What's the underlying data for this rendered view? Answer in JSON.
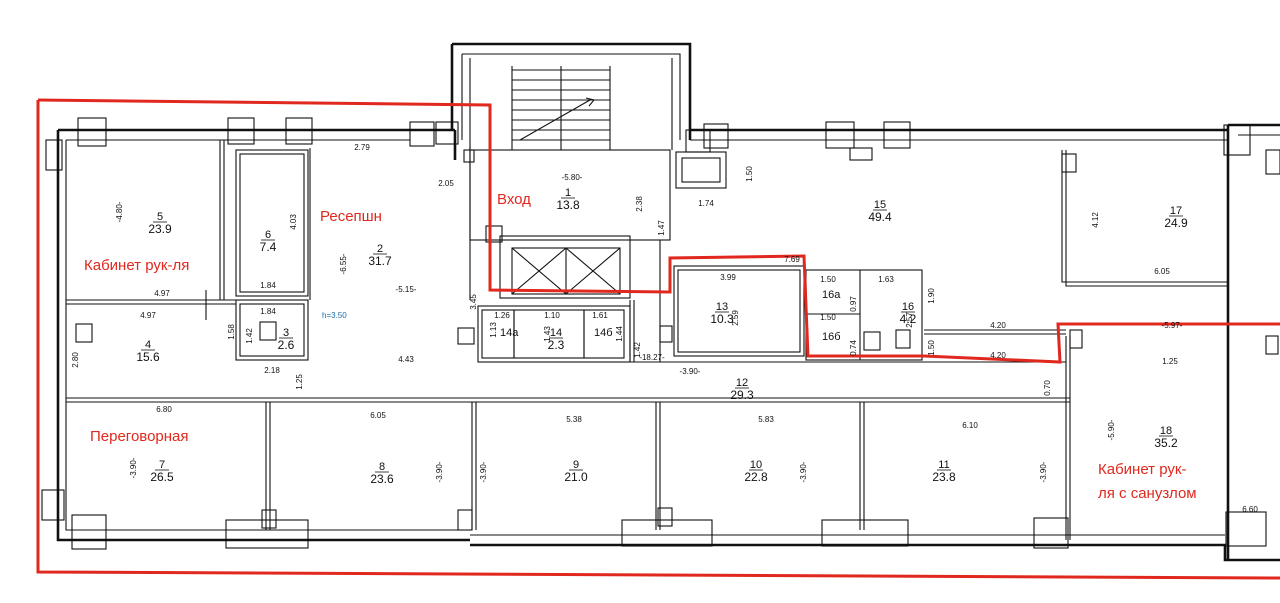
{
  "labels": {
    "chief_office": "Кабинет рук-ля",
    "reception": "Ресепшн",
    "entrance": "Вход",
    "meeting_room": "Переговорная",
    "chief_office_bath_1": "Кабинет рук-",
    "chief_office_bath_2": "ля с санузлом"
  },
  "rooms": [
    {
      "num": "1",
      "area": "13.8"
    },
    {
      "num": "2",
      "area": "31.7"
    },
    {
      "num": "4",
      "area": "15.6"
    },
    {
      "num": "5",
      "area": "23.9"
    },
    {
      "num": "6",
      "area": "7.4"
    },
    {
      "num": "3",
      "area": "2.6"
    },
    {
      "num": "7",
      "area": "26.5"
    },
    {
      "num": "8",
      "area": "23.6"
    },
    {
      "num": "9",
      "area": "21.0"
    },
    {
      "num": "10",
      "area": "22.8"
    },
    {
      "num": "11",
      "area": "23.8"
    },
    {
      "num": "12",
      "area": "29.3"
    },
    {
      "num": "13",
      "area": "10.3"
    },
    {
      "num": "14",
      "area": "2.3"
    },
    {
      "num": "15",
      "area": "49.4"
    },
    {
      "num": "16",
      "area": "4.2"
    },
    {
      "num": "17",
      "area": "24.9"
    },
    {
      "num": "18",
      "area": "35.2"
    }
  ],
  "sub_rooms": [
    "16а",
    "16б",
    "14а",
    "14б"
  ],
  "height_note": "h=3.50",
  "dimensions": [
    "2.79",
    "2.05",
    "-4.80-",
    "4.03",
    "-6.55-",
    "1.84",
    "4.97",
    "1.84",
    "4.97",
    "1.58",
    "1.42",
    "2.18",
    "1.25",
    "2.80",
    "-5.15-",
    "4.43",
    "3.45",
    "-5.80-",
    "2.38",
    "1.47",
    "1.74",
    "1.50",
    "3.99",
    "7.69",
    "2.59",
    "1.50",
    "0.97",
    "1.63",
    "1.90",
    "2.57",
    "1.50",
    "0.74",
    "1.50",
    "4.20",
    "4.20",
    "4.12",
    "6.05",
    "6.80",
    "6.05",
    "5.38",
    "5.83",
    "6.10",
    "-3.90-",
    "-3.90-",
    "-3.90-",
    "-3.90-",
    "-3.90-",
    "-3.90-",
    "-18.27-",
    "1.26",
    "1.10",
    "1.61",
    "1.13",
    "1.43",
    "1.44",
    "1.42",
    "0.70",
    "1.25",
    "-5.90-",
    "-5.97-",
    "6.60",
    "1.26"
  ]
}
